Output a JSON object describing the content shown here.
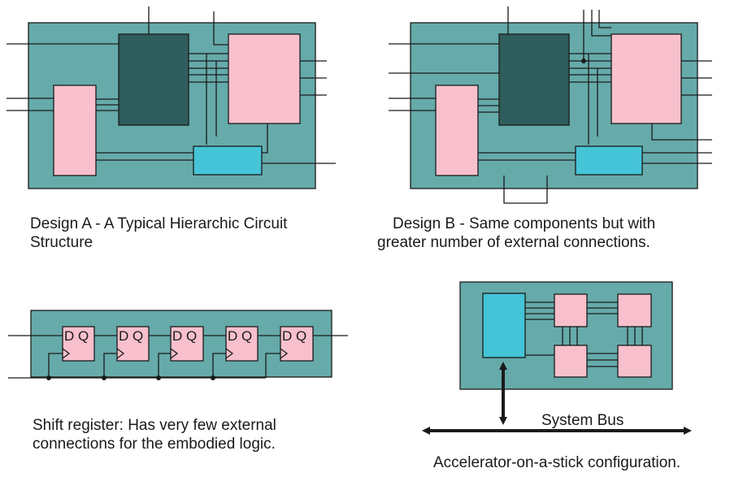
{
  "design_a": {
    "caption_line1": "Design A - A Typical Hierarchic Circuit",
    "caption_line2": "Structure"
  },
  "design_b": {
    "caption_line1": "Design B - Same components but with",
    "caption_line2": "greater number of external connections."
  },
  "shift_register": {
    "caption_line1": "Shift register: Has very few external",
    "caption_line2": "connections for the embodied logic.",
    "flipflop_label": "D Q"
  },
  "accelerator": {
    "caption": "Accelerator-on-a-stick configuration.",
    "bus_label": "System Bus"
  },
  "colors": {
    "board": "#66aaaa",
    "dark_block": "#2f5d5b",
    "pink_block": "#f8c0cc",
    "cyan_block": "#45c4d8"
  }
}
